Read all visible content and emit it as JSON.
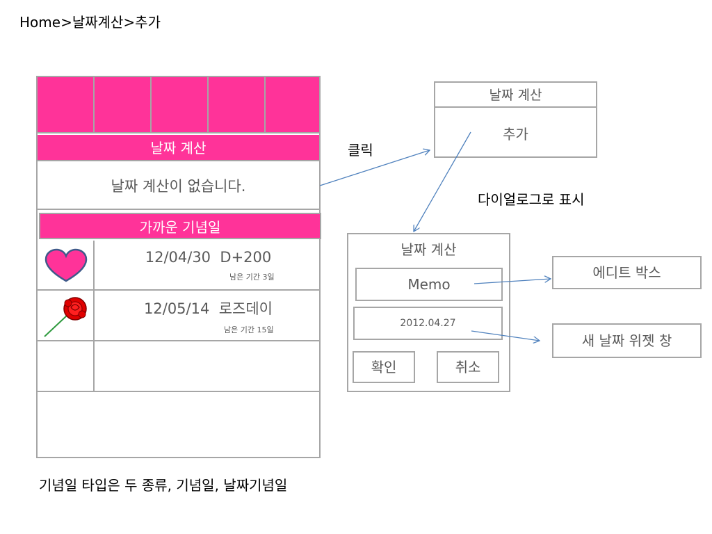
{
  "breadcrumb": "Home>날짜계산>추가",
  "phone": {
    "tabs": [
      "",
      "",
      "",
      "",
      ""
    ],
    "date_calc_header": "날짜 계산",
    "empty_message": "날짜 계산이 없습니다.",
    "upcoming_header": "가까운 기념일",
    "anniversaries": [
      {
        "icon": "heart-icon",
        "date": "12/04/30",
        "title": "D+200",
        "remaining": "남은 기간 3일"
      },
      {
        "icon": "rose-icon",
        "date": "12/05/14",
        "title": "로즈데이",
        "remaining": "남은 기간 15일"
      }
    ]
  },
  "menu_popup": {
    "title": "날짜 계산",
    "add_label": "추가"
  },
  "dialog": {
    "title": "날짜 계산",
    "memo_value": "Memo",
    "date_value": "2012.04.27",
    "ok_label": "확인",
    "cancel_label": "취소"
  },
  "annotations": {
    "click": "클릭",
    "shown_as_dialog": "다이얼로그로 표시",
    "edit_box": "에디트 박스",
    "date_widget": "새 날짜 위젯 창",
    "type_note": "기념일 타입은 두 종류, 기념일, 날짜기념일"
  },
  "colors": {
    "accent_pink": "#ff3399",
    "border_gray": "#a6a6a6",
    "arrow_blue": "#4f81bd"
  }
}
